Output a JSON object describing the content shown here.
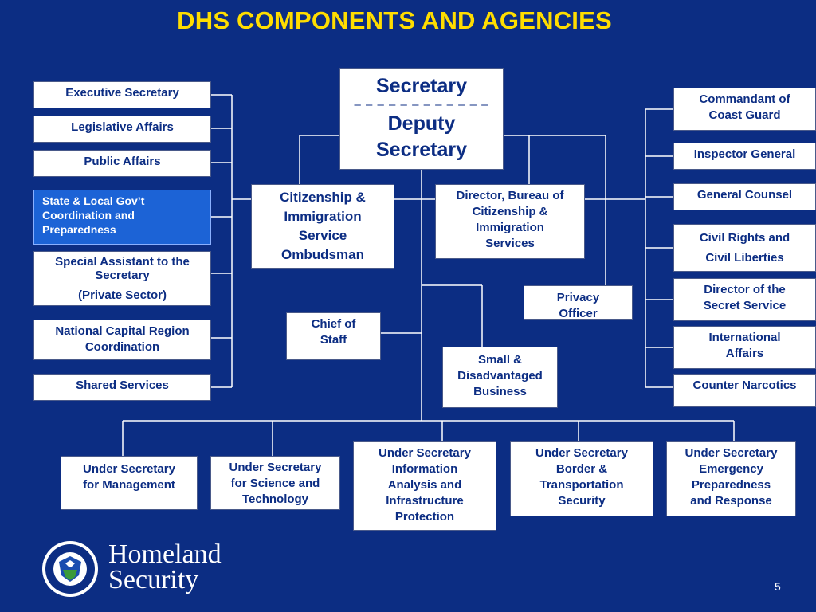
{
  "title": "DHS COMPONENTS AND AGENCIES",
  "colors": {
    "background": "#0c2d83",
    "title": "#ffdd00",
    "box_text": "#0c2d83",
    "highlight": "#1c63d6"
  },
  "top": {
    "secretary": "Secretary",
    "separator": "– – – – – – – – – – – –",
    "deputy": [
      "Deputy",
      "Secretary"
    ]
  },
  "left_column": [
    [
      "Executive Secretary"
    ],
    [
      "Legislative Affairs"
    ],
    [
      "Public Affairs"
    ],
    [
      "State & Local Gov’t",
      "Coordination and",
      "Preparedness"
    ],
    [
      "Special Assistant to the",
      "Secretary",
      "(Private Sector)"
    ],
    [
      "National Capital Region",
      "Coordination"
    ],
    [
      "Shared Services"
    ]
  ],
  "right_column": [
    [
      "Commandant of",
      "Coast Guard"
    ],
    [
      "Inspector General"
    ],
    [
      "General Counsel"
    ],
    [
      "Civil Rights and",
      "Civil Liberties"
    ],
    [
      "Director of the",
      "Secret Service"
    ],
    [
      "International",
      "Affairs"
    ],
    [
      "Counter Narcotics"
    ]
  ],
  "middle": {
    "ombudsman": [
      "Citizenship &",
      "Immigration",
      "Service",
      "Ombudsman"
    ],
    "director_bureau": [
      "Director, Bureau of",
      "Citizenship &",
      "Immigration",
      "Services"
    ],
    "privacy": [
      "Privacy",
      "Officer"
    ],
    "chief_of_staff": [
      "Chief of",
      "Staff"
    ],
    "small_business": [
      "Small &",
      "Disadvantaged",
      "Business"
    ]
  },
  "under_secretaries": [
    [
      "Under Secretary",
      "for Management"
    ],
    [
      "Under Secretary",
      "for Science and",
      "Technology"
    ],
    [
      "Under Secretary",
      "Information",
      "Analysis and",
      "Infrastructure",
      "Protection"
    ],
    [
      "Under Secretary",
      "Border &",
      "Transportation",
      "Security"
    ],
    [
      "Under Secretary",
      "Emergency",
      "Preparedness",
      "and Response"
    ]
  ],
  "logo": {
    "line1": "Homeland",
    "line2": "Security",
    "seal_icon": "dhs-seal-icon"
  },
  "page_number": "5"
}
